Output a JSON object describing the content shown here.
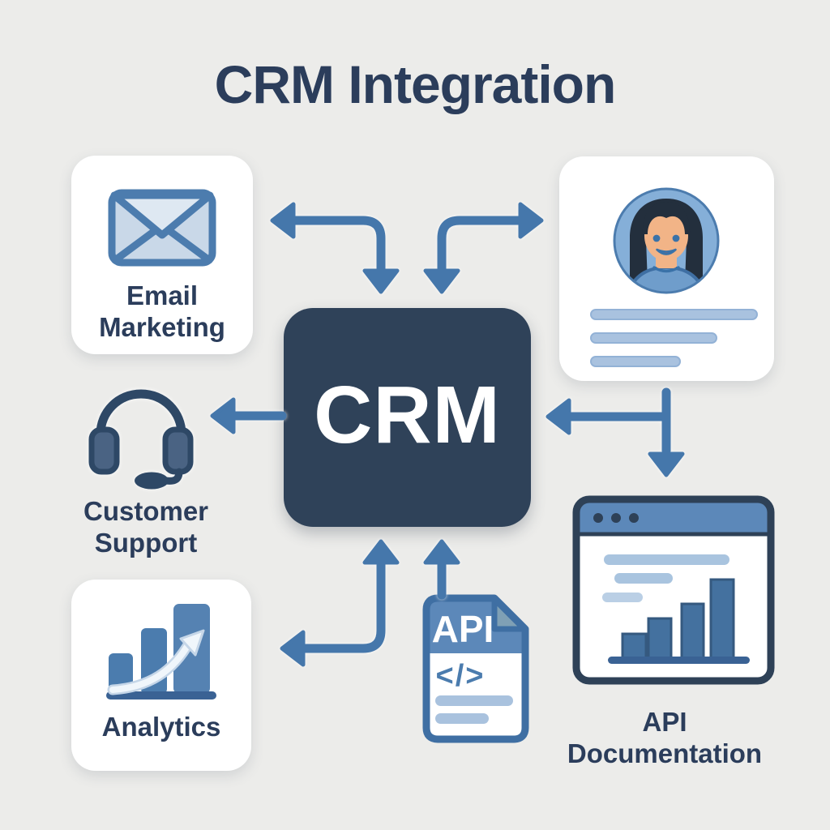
{
  "title": "CRM Integration",
  "center": {
    "label": "CRM"
  },
  "nodes": {
    "email_marketing": {
      "label": "Email Marketing",
      "icon": "envelope-icon"
    },
    "contact_card": {
      "icon": "person-avatar-icon",
      "placeholder_bars": 3
    },
    "customer_support": {
      "label": "Customer Support",
      "icon": "headset-icon"
    },
    "analytics": {
      "label": "Analytics",
      "icon": "growth-bar-chart-icon"
    },
    "api_file": {
      "label": "API",
      "code_glyph": "</>",
      "icon": "api-file-icon"
    },
    "api_documentation": {
      "label": "API Documentation",
      "icon": "browser-chart-icon"
    }
  },
  "connections": [
    {
      "between": [
        "crm",
        "email_marketing"
      ],
      "type": "double-headed-elbow"
    },
    {
      "between": [
        "crm",
        "contact_card"
      ],
      "type": "double-headed-elbow"
    },
    {
      "between": [
        "crm",
        "customer_support"
      ],
      "type": "arrow-left"
    },
    {
      "between": [
        "contact_card",
        "crm"
      ],
      "type": "branch-arrow-left"
    },
    {
      "between": [
        "contact_card",
        "api_documentation"
      ],
      "type": "arrow-down"
    },
    {
      "between": [
        "crm",
        "analytics"
      ],
      "type": "double-headed-elbow"
    },
    {
      "between": [
        "api_file",
        "crm"
      ],
      "type": "arrow-up"
    }
  ],
  "colors": {
    "background": "#ECECEA",
    "text_navy": "#2B3D5B",
    "crm_box": "#2F4259",
    "arrow_blue": "#4577AB",
    "card_white": "#FFFFFF",
    "light_bar_blue": "#A9C2DF",
    "icon_blue": "#4C7CAE",
    "header_blue": "#5C88B9"
  }
}
